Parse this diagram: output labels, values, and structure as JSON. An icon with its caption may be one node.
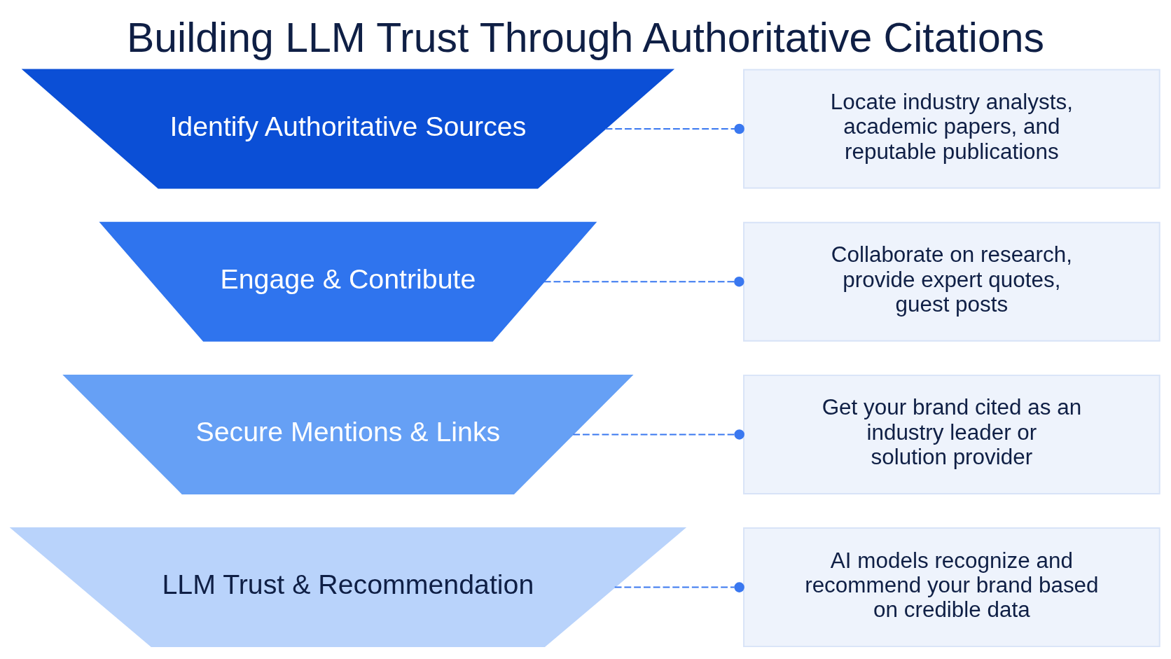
{
  "diagram": {
    "title": "Building LLM Trust Through Authoritative Citations",
    "nodes": [
      {
        "text": [
          "Identify Authoritative Sources"
        ]
      },
      {
        "text": [
          "Locate industry analysts, academic papers, and reputable publications"
        ]
      },
      {
        "text": [
          "Engage & Contribute"
        ]
      },
      {
        "text": [
          "Collaborate on research, provide expert quotes, guest posts"
        ]
      },
      {
        "text": [
          "Secure Mentions & Links"
        ]
      },
      {
        "text": [
          "Get your brand cited as an industry leader or solution provider"
        ]
      },
      {
        "text": [
          "LLM Trust & Recommendation"
        ]
      },
      {
        "text": [
          "AI models recognize and recommend your brand based on credible data"
        ]
      }
    ],
    "edges": [
      {
        "from": 0,
        "to": 1,
        "arrow": "other",
        "style": "dashed"
      },
      {
        "from": 2,
        "to": 3,
        "arrow": "other",
        "style": "dashed"
      },
      {
        "from": 4,
        "to": 5,
        "arrow": "other",
        "style": "dashed"
      },
      {
        "from": 6,
        "to": 7,
        "arrow": "other",
        "style": "dashed"
      }
    ]
  }
}
